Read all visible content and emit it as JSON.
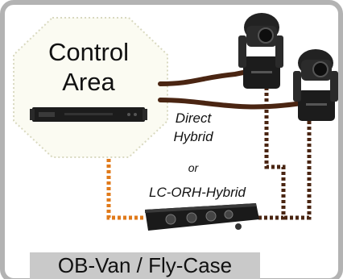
{
  "control_area": {
    "line1": "Control",
    "line2": "Area"
  },
  "labels": {
    "direct": "Direct",
    "hybrid": "Hybrid",
    "or": "or",
    "lc_orh": "LC-ORH-Hybrid"
  },
  "footer": "OB-Van / Fly-Case",
  "colors": {
    "frame_border": "#b3b3b3",
    "octagon_fill": "#fbfbf2",
    "cable_brown": "#4a2512",
    "fiber_orange": "#e07a1a",
    "footer_bg": "#c9c9c9"
  },
  "icons": [
    "camera-icon",
    "camera-icon",
    "rack-unit-icon",
    "breakout-panel-icon"
  ]
}
